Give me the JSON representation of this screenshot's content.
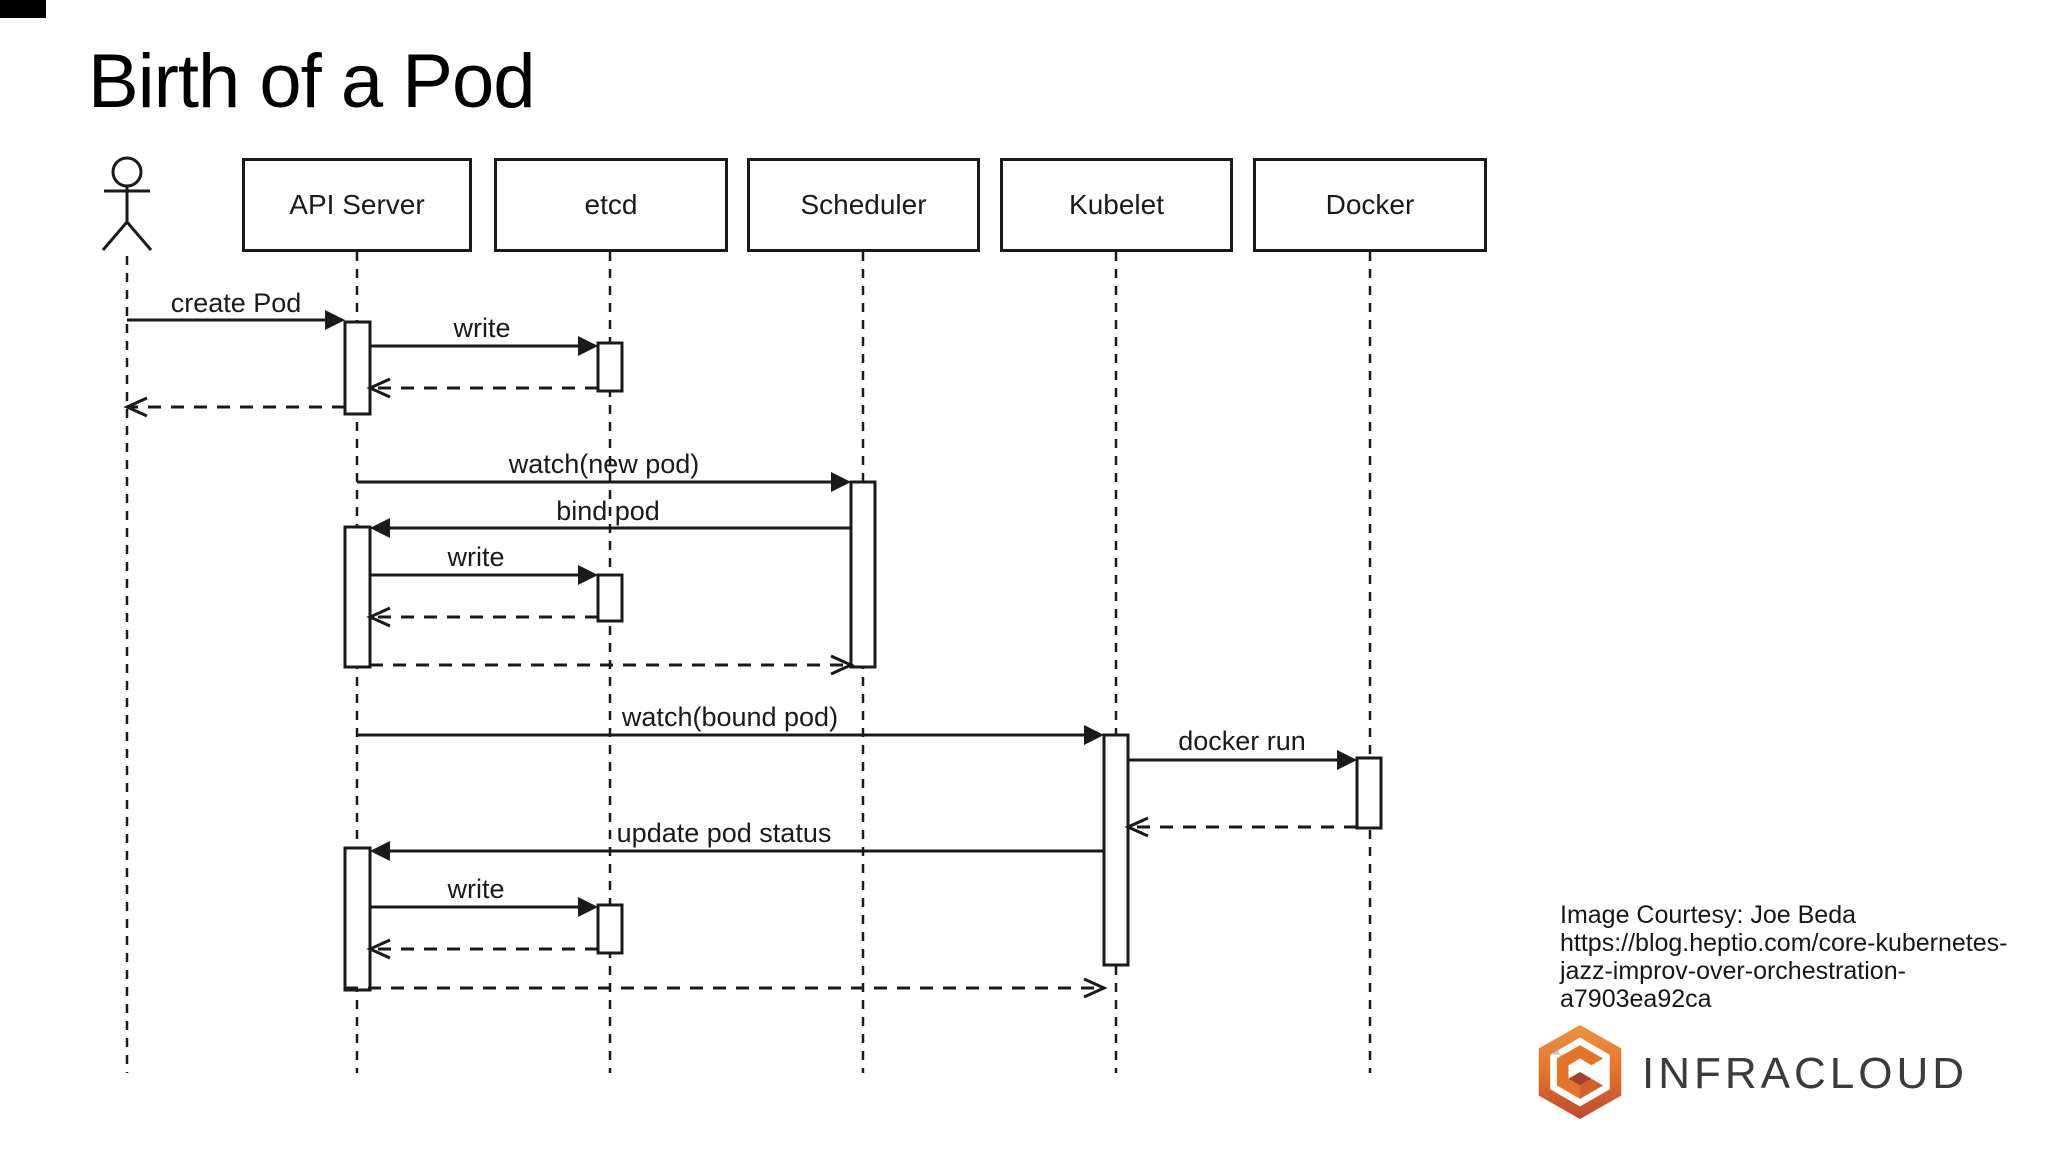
{
  "title": "Birth of a Pod",
  "actors": [
    {
      "type": "stick-figure",
      "label": ""
    },
    {
      "type": "box",
      "label": "API Server"
    },
    {
      "type": "box",
      "label": "etcd"
    },
    {
      "type": "box",
      "label": "Scheduler"
    },
    {
      "type": "box",
      "label": "Kubelet"
    },
    {
      "type": "box",
      "label": "Docker"
    }
  ],
  "sequence": [
    {
      "from": "User",
      "to": "API Server",
      "label": "create Pod",
      "style": "solid"
    },
    {
      "from": "API Server",
      "to": "etcd",
      "label": "write",
      "style": "solid"
    },
    {
      "from": "etcd",
      "to": "API Server",
      "label": "",
      "style": "dashed-return"
    },
    {
      "from": "API Server",
      "to": "User",
      "label": "",
      "style": "dashed-return"
    },
    {
      "from": "API Server",
      "to": "Scheduler",
      "label": "watch(new pod)",
      "style": "solid"
    },
    {
      "from": "Scheduler",
      "to": "API Server",
      "label": "bind pod",
      "style": "solid"
    },
    {
      "from": "API Server",
      "to": "etcd",
      "label": "write",
      "style": "solid"
    },
    {
      "from": "etcd",
      "to": "API Server",
      "label": "",
      "style": "dashed-return"
    },
    {
      "from": "API Server",
      "to": "Scheduler",
      "label": "",
      "style": "dashed-return"
    },
    {
      "from": "API Server",
      "to": "Kubelet",
      "label": "watch(bound pod)",
      "style": "solid"
    },
    {
      "from": "Kubelet",
      "to": "Docker",
      "label": "docker run",
      "style": "solid"
    },
    {
      "from": "Docker",
      "to": "Kubelet",
      "label": "",
      "style": "dashed-return"
    },
    {
      "from": "Kubelet",
      "to": "API Server",
      "label": "update pod status",
      "style": "solid"
    },
    {
      "from": "API Server",
      "to": "etcd",
      "label": "write",
      "style": "solid"
    },
    {
      "from": "etcd",
      "to": "API Server",
      "label": "",
      "style": "dashed-return"
    },
    {
      "from": "API Server",
      "to": "Kubelet",
      "label": "",
      "style": "dashed-return"
    }
  ],
  "attribution": {
    "line1": "Image Courtesy: Joe Beda",
    "line2": "https://blog.heptio.com/core-kubernetes-",
    "line3": "jazz-improv-over-orchestration-",
    "line4": "a7903ea92ca"
  },
  "logo": {
    "wordmark": "INFRACLOUD",
    "icon": "infracloud-hexagon-icon",
    "colors": {
      "orange": "#E4732C",
      "dark_orange": "#BC4A2E",
      "accent_dark": "#A63E2B",
      "text": "#3B3B3B"
    }
  }
}
